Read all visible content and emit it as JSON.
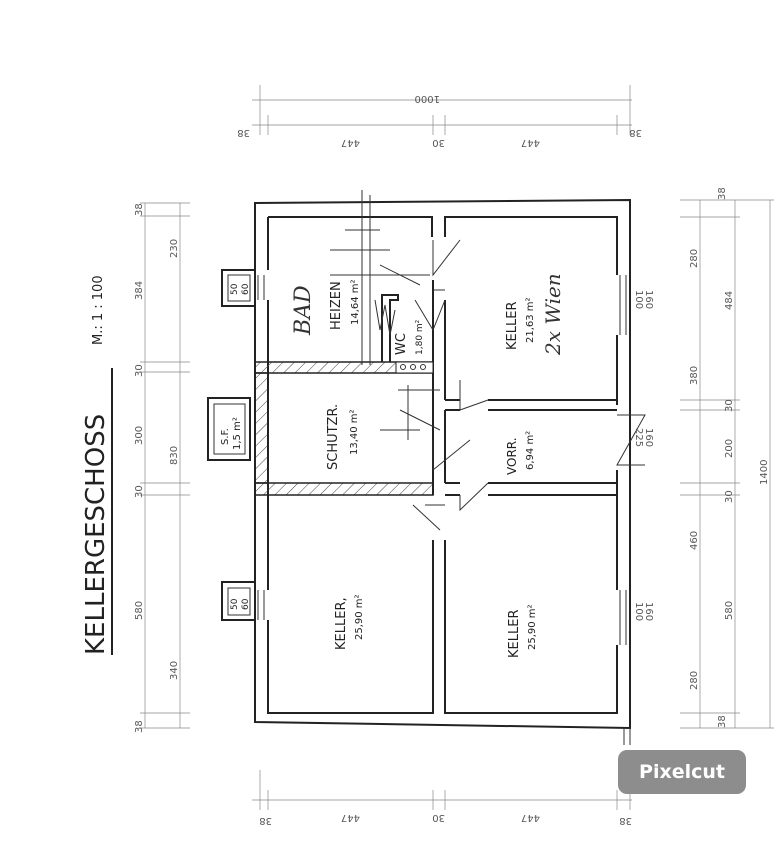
{
  "title": "KELLERGESCHOSS",
  "scale": "M.: 1 : 100",
  "rooms": [
    {
      "name": "HEIZEN",
      "area": "14,64 m²"
    },
    {
      "name": "WC",
      "area": "1,80 m²"
    },
    {
      "name": "KELLER",
      "area": "21,63 m²"
    },
    {
      "name": "SCHUTZR.",
      "area": "13,40 m²"
    },
    {
      "name": "VORR.",
      "area": "6,94 m²"
    },
    {
      "name": "KELLER,",
      "area": "25,90 m²"
    },
    {
      "name": "KELLER",
      "area": "25,90 m²"
    }
  ],
  "lightwell": {
    "sf": "S.F.",
    "area": "1,5 m²"
  },
  "window_marks": {
    "w50": "50",
    "w60": "60",
    "w100": "100",
    "w160": "160",
    "w225": "225"
  },
  "handwriting": {
    "bad": "BAD",
    "wien": "2x Wien"
  },
  "dims": {
    "top_total": "1000",
    "top": [
      "38",
      "447",
      "30",
      "447",
      "38"
    ],
    "bottom": [
      "38",
      "447",
      "30",
      "447",
      "38"
    ],
    "left_outer": [
      "38",
      "384",
      "30",
      "300",
      "30",
      "580",
      "38"
    ],
    "left_inner": [
      "230",
      "830",
      "340"
    ],
    "right_inner": [
      "280",
      "380",
      "460",
      "280"
    ],
    "right_outer": [
      "38",
      "484",
      "30",
      "200",
      "30",
      "580",
      "38"
    ],
    "right_total": "1400"
  },
  "watermark": "Pixelcut"
}
